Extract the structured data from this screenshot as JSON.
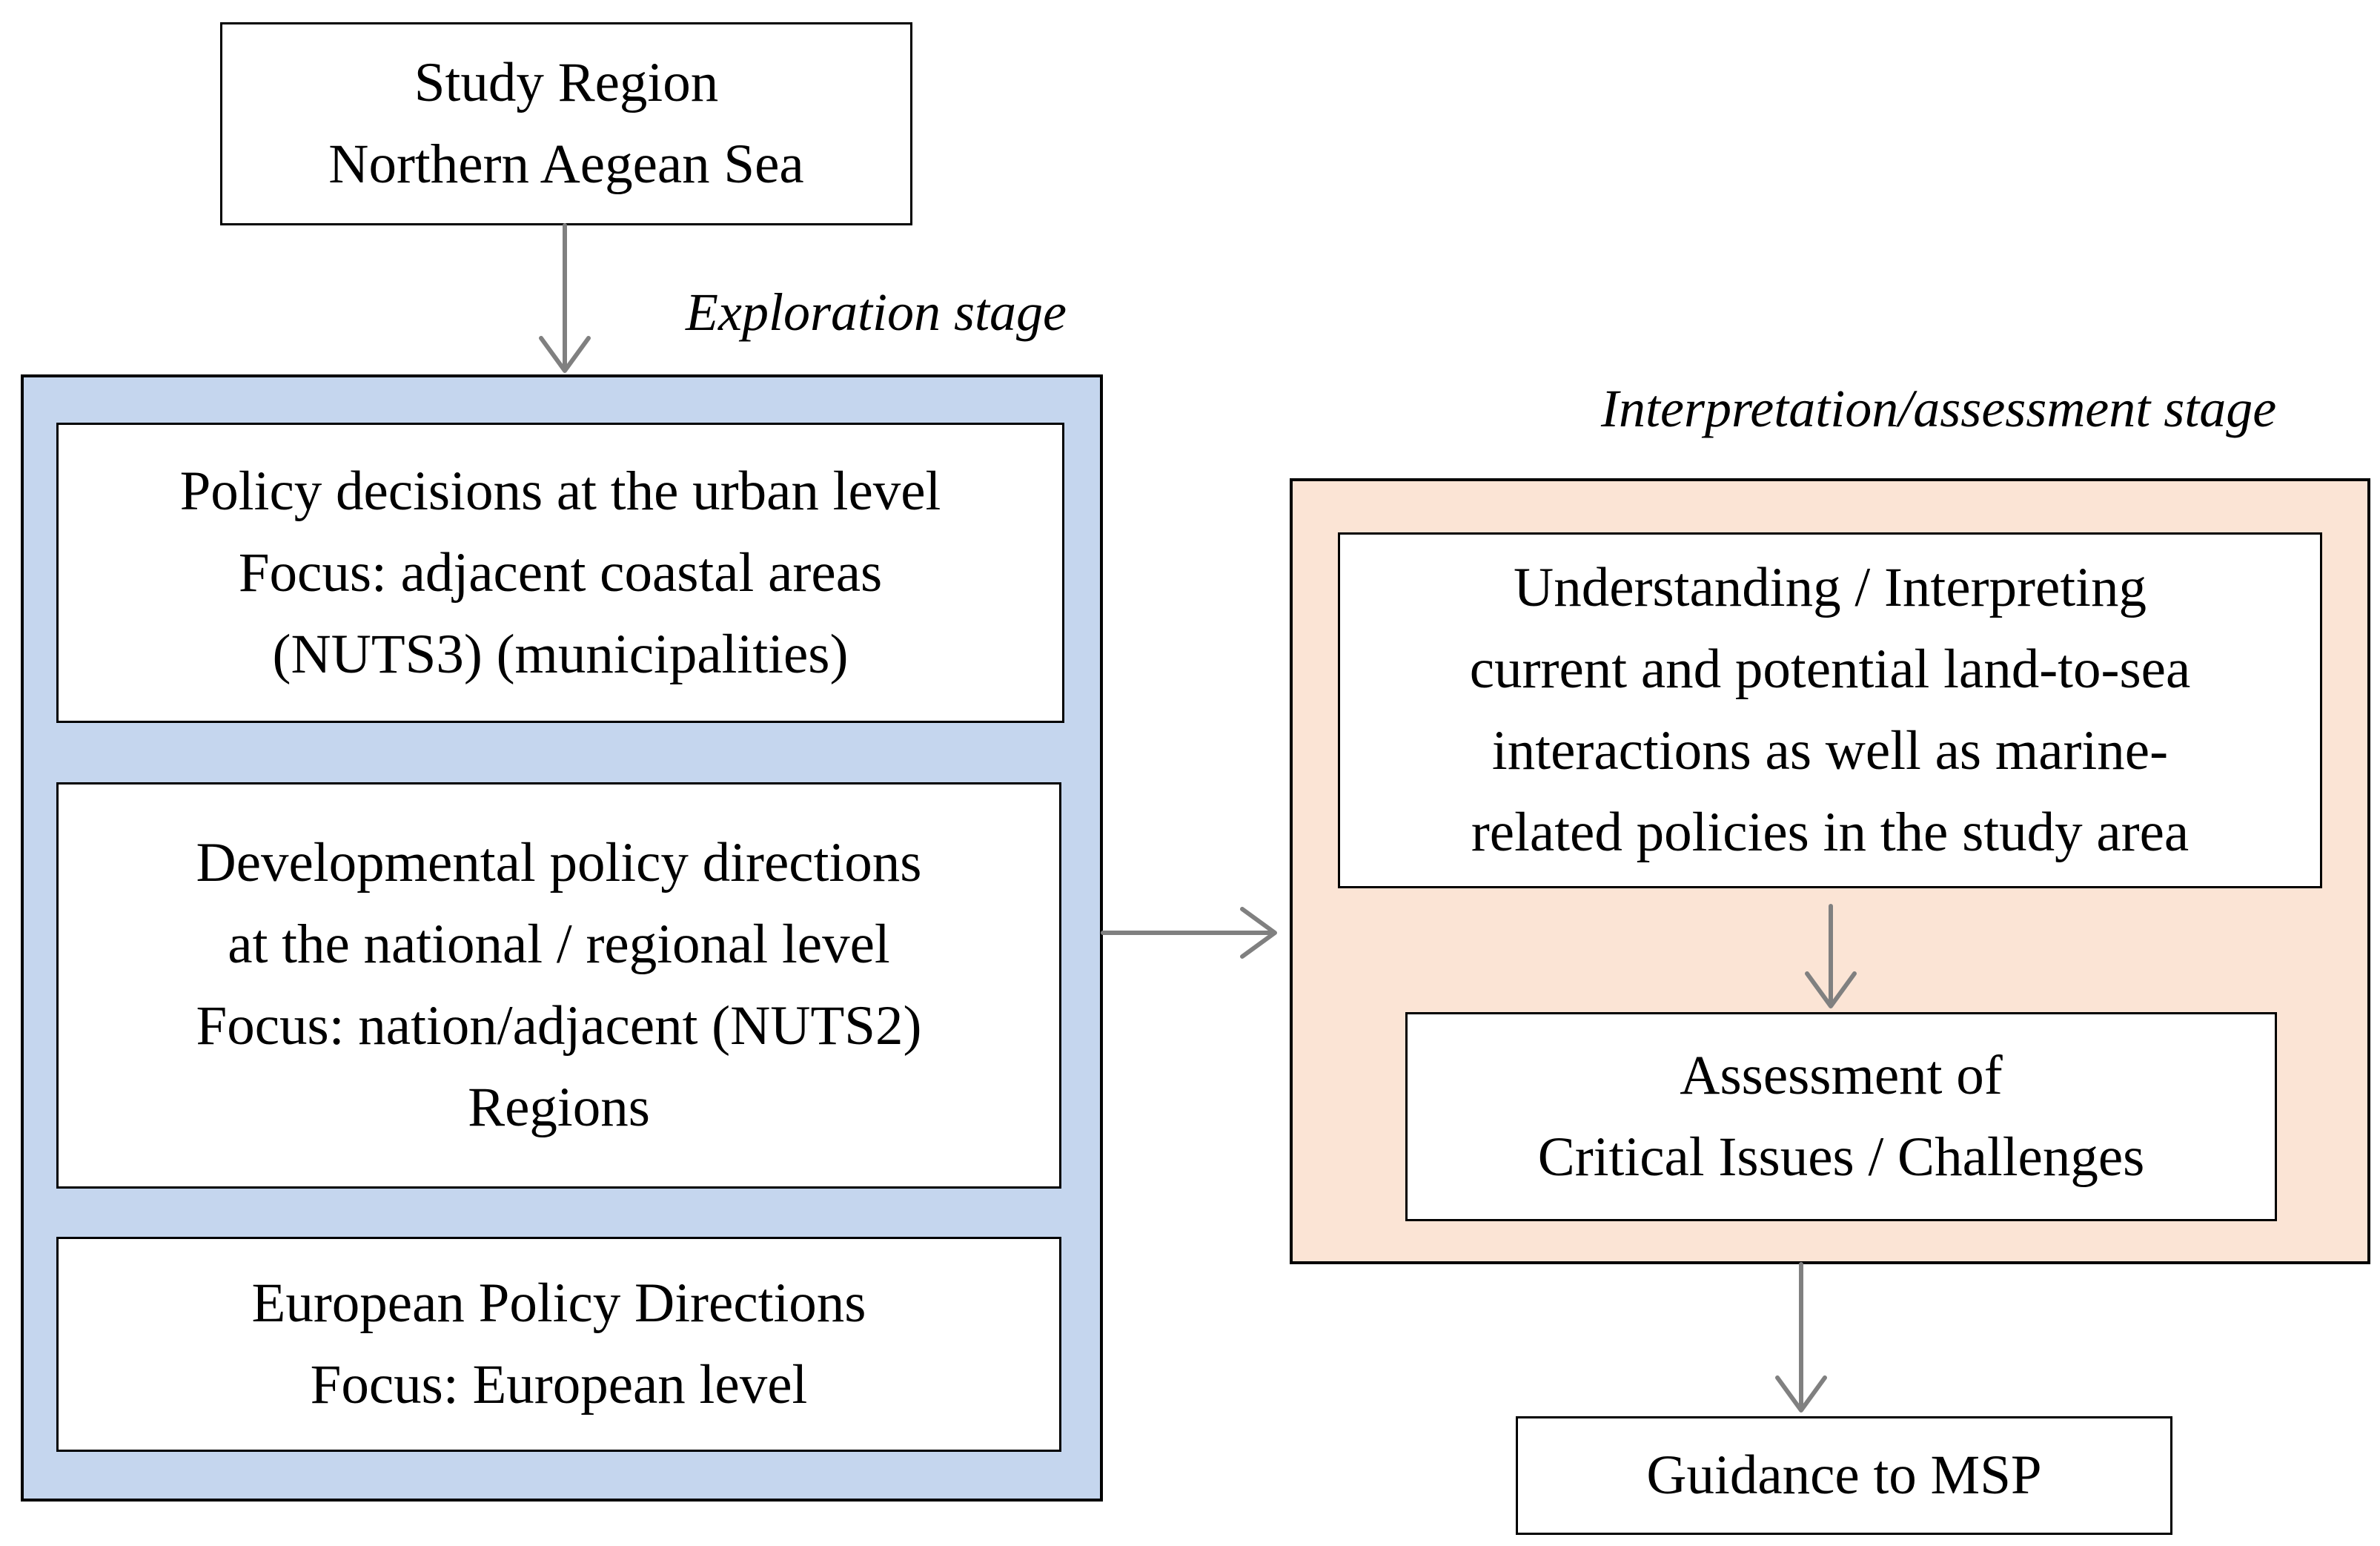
{
  "diagram": {
    "study_region": {
      "lines": [
        "Study Region",
        "Northern Aegean Sea"
      ]
    },
    "exploration": {
      "stage_label": "Exploration stage",
      "panel_color": "#c5d6ee",
      "boxes": [
        {
          "lines": [
            "Policy decisions at the urban level",
            "Focus: adjacent coastal areas",
            "(NUTS3) (municipalities)"
          ]
        },
        {
          "lines": [
            "Developmental policy directions",
            "at the national / regional level",
            "Focus: nation/adjacent (NUTS2)",
            "Regions"
          ]
        },
        {
          "lines": [
            "European Policy Directions",
            "Focus: European level"
          ]
        }
      ]
    },
    "interpretation": {
      "stage_label": "Interpretation/assessment stage",
      "panel_color": "#fbe4d5",
      "boxes": [
        {
          "lines": [
            "Understanding / Interpreting",
            "current and potential land-to-sea",
            "interactions as well as marine-",
            "related policies in the study area"
          ]
        },
        {
          "lines": [
            "Assessment of",
            "Critical Issues / Challenges"
          ]
        }
      ]
    },
    "guidance": {
      "lines": [
        "Guidance to MSP"
      ]
    },
    "arrow_color": "#808080"
  }
}
